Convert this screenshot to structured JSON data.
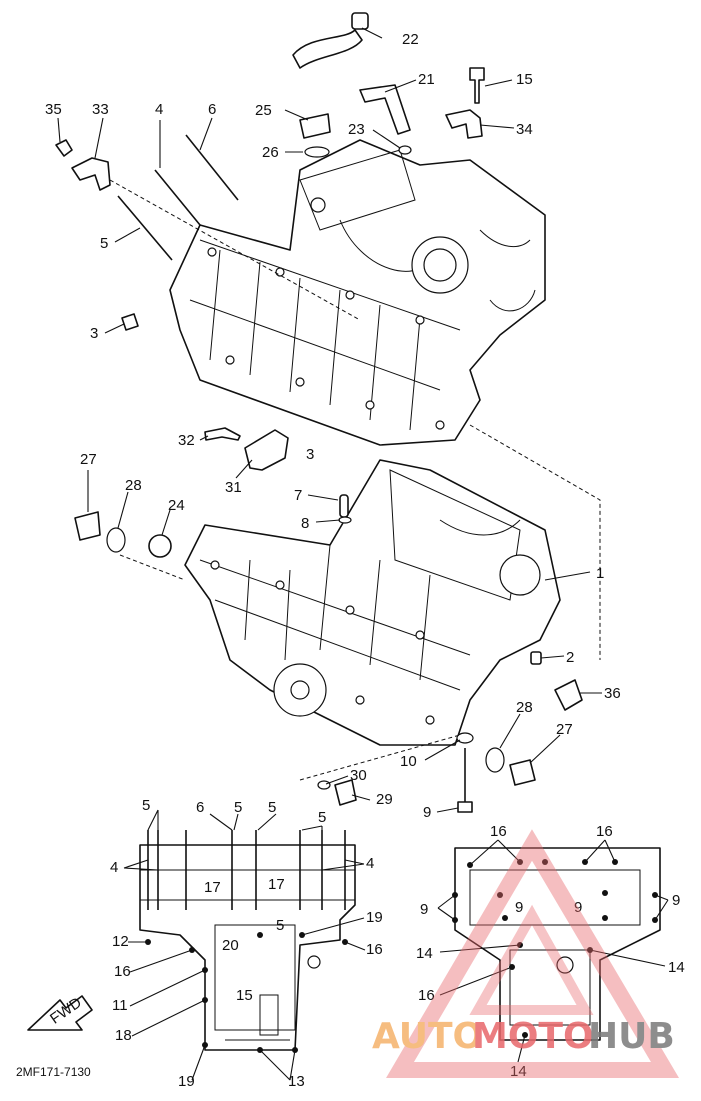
{
  "diagram": {
    "part_labels": {
      "l1": "1",
      "l2": "2",
      "l3a": "3",
      "l3b": "3",
      "l4": "4",
      "l5": "5",
      "l6": "6",
      "l7": "7",
      "l8": "8",
      "l9": "9",
      "l10": "10",
      "l15": "15",
      "l21": "21",
      "l22": "22",
      "l23": "23",
      "l24": "24",
      "l25": "25",
      "l26": "26",
      "l27a": "27",
      "l27b": "27",
      "l28a": "28",
      "l28b": "28",
      "l29": "29",
      "l30": "30",
      "l31": "31",
      "l32": "32",
      "l33": "33",
      "l34": "34",
      "l35": "35",
      "l36": "36"
    },
    "left_plan_labels": {
      "a5": "5",
      "b6": "6",
      "c5": "5",
      "d5": "5",
      "e5": "5",
      "f4": "4",
      "g4": "4",
      "h17": "17",
      "i17": "17",
      "j5": "5",
      "k19": "19",
      "l12": "12",
      "m16": "16",
      "n20": "20",
      "o16": "16",
      "p11": "11",
      "q15": "15",
      "r18": "18",
      "s19": "19",
      "t13": "13"
    },
    "right_plan_labels": {
      "a16": "16",
      "b16": "16",
      "c9": "9",
      "d9": "9",
      "e9": "9",
      "f9": "9",
      "g14": "14",
      "h14": "14",
      "i16": "16",
      "j14": "14"
    },
    "drawing_code": "2MF171-7130",
    "fwd_label": "FWD"
  },
  "watermark": {
    "text_auto": "AUTO",
    "text_moto": "MOTO",
    "text_hub": "HUB",
    "color_auto": "#f5b26b",
    "color_moto": "#e8676b",
    "color_hub": "#7a7a7a",
    "triangle_color": "#e8676b"
  }
}
